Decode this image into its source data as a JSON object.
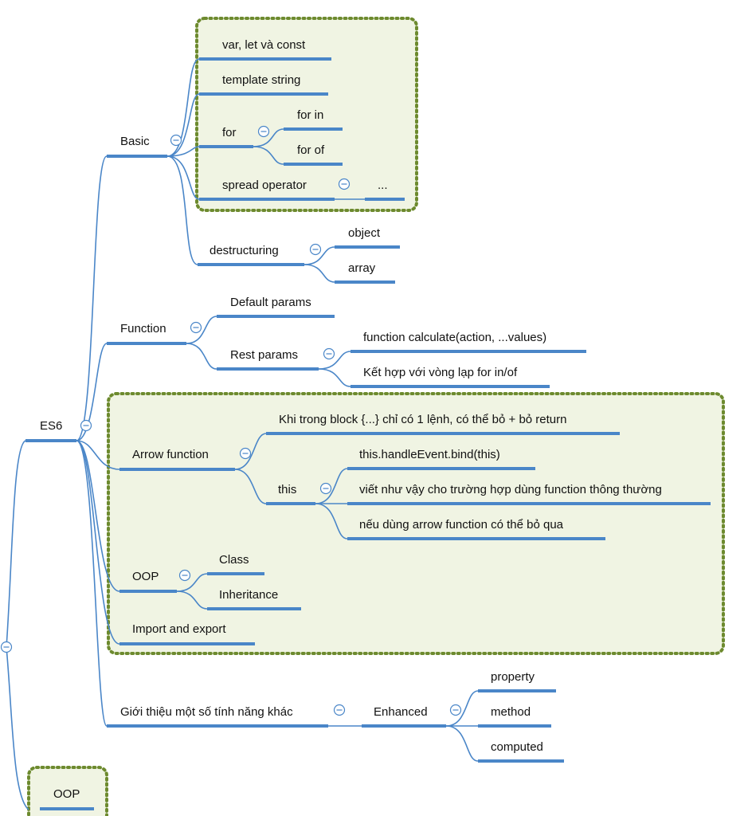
{
  "mindmap": {
    "nodes": {
      "es6": "ES6",
      "basic": "Basic",
      "var_let_const": "var, let và const",
      "template_string": "template string",
      "for": "for",
      "for_in": "for in",
      "for_of": "for of",
      "spread_operator": "spread operator",
      "ellipsis": "...",
      "destructuring": "destructuring",
      "object": "object",
      "array": "array",
      "function": "Function",
      "default_params": "Default params",
      "rest_params": "Rest params",
      "calculate_example": "function calculate(action, ...values)",
      "combine_for": "Kết hợp với vòng lạp for in/of",
      "arrow_function": "Arrow function",
      "single_statement": "Khi trong block {...} chỉ có 1 lệnh, có thể bỏ + bỏ return",
      "this": "this",
      "bind_example": "this.handleEvent.bind(this)",
      "normal_function_note": "viết như vậy cho trường hợp dùng function thông thường",
      "arrow_skip_note": "nếu dùng arrow function có thể bỏ qua",
      "oop": "OOP",
      "class": "Class",
      "inheritance": "Inheritance",
      "import_export": "Import and export",
      "other_features": "Giới thiệu một số tính năng khác",
      "enhanced": "Enhanced",
      "property": "property",
      "method": "method",
      "computed": "computed",
      "oop_root": "OOP"
    },
    "colors": {
      "line": "#4a86c8",
      "group_fill": "#f0f4e3",
      "group_border": "#6d8a2e",
      "text": "#111111"
    },
    "icons": {
      "collapse": "collapse-minus-icon"
    }
  }
}
